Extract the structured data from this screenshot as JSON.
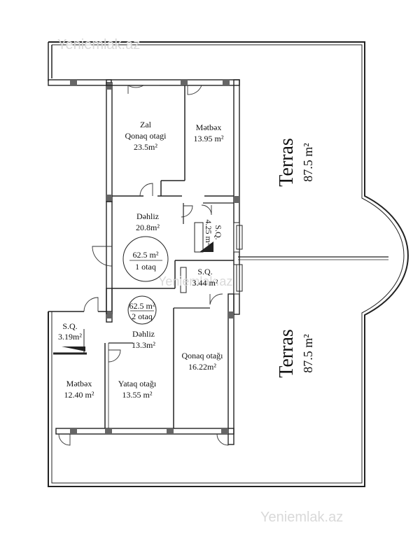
{
  "watermarks": {
    "top_left": "Yeniemlak.az",
    "center": "Yeniemlak.az",
    "bottom": "Yeniemlak.az"
  },
  "terraces": {
    "upper": {
      "name": "Terras",
      "area": "87.5 m²"
    },
    "lower": {
      "name": "Terras",
      "area": "87.5 m²"
    }
  },
  "apartment_1": {
    "summary_area": "62.5 m²",
    "summary_rooms": "1 otaq",
    "rooms": {
      "zal_line1": "Zal",
      "zal_line2": "Qonaq otagi",
      "zal_area": "23.5m²",
      "kitchen_name": "Mətbəx",
      "kitchen_area": "13.95 m²",
      "hall_name": "Dəhliz",
      "hall_area": "20.8m²",
      "bath_name": "S.Q.",
      "bath_area": "4.25 m²"
    }
  },
  "apartment_2": {
    "summary_area": "62.5 m²",
    "summary_rooms": "2 otaq",
    "rooms": {
      "bath_top_name": "S.Q.",
      "bath_top_area": "3.44 m²",
      "bath_left_name": "S.Q.",
      "bath_left_area": "3.19m²",
      "hall_name": "Dəhliz",
      "hall_area": "13.3m²",
      "living_name": "Qonaq otağı",
      "living_area": "16.22m²",
      "kitchen_name": "Mətbəx",
      "kitchen_area": "12.40 m²",
      "bedroom_name": "Yataq otağı",
      "bedroom_area": "13.55 m²"
    }
  }
}
